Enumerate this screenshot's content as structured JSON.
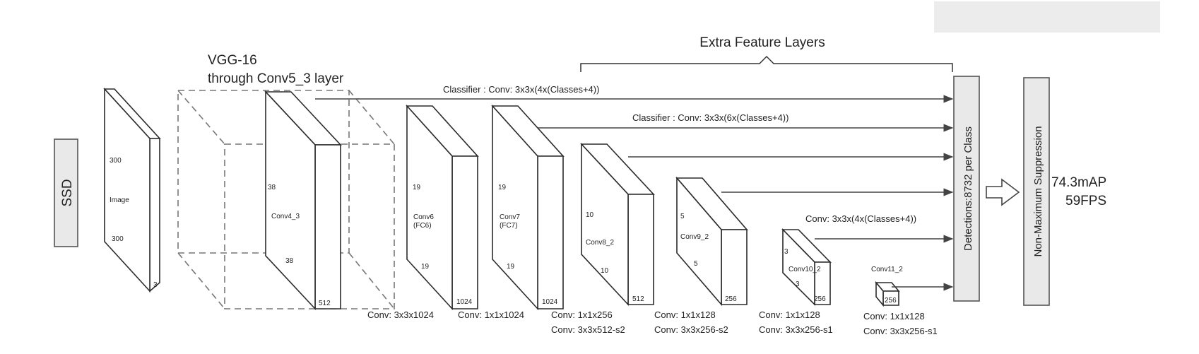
{
  "title": "Extra Feature Layers",
  "ssd_label": "SSD",
  "vgg_label_line1": "VGG-16",
  "vgg_label_line2": "through Conv5_3 layer",
  "image_box": {
    "top": "300",
    "name": "Image",
    "bottom": "300",
    "depth": "3"
  },
  "conv4_3": {
    "top": "38",
    "name": "Conv4_3",
    "bottom": "38",
    "depth": "512"
  },
  "conv6": {
    "top": "19",
    "name1": "Conv6",
    "name2": "(FC6)",
    "bottom": "19",
    "depth": "1024",
    "caption": "Conv: 3x3x1024"
  },
  "conv7": {
    "top": "19",
    "name1": "Conv7",
    "name2": "(FC7)",
    "bottom": "19",
    "depth": "1024",
    "caption": "Conv: 1x1x1024"
  },
  "conv8_2": {
    "top": "10",
    "name": "Conv8_2",
    "bottom": "10",
    "depth": "512",
    "caption1": "Conv: 1x1x256",
    "caption2": "Conv:  3x3x512-s2"
  },
  "conv9_2": {
    "top": "5",
    "name": "Conv9_2",
    "bottom": "5",
    "depth": "256",
    "caption1": "Conv: 1x1x128",
    "caption2": "Conv: 3x3x256-s2"
  },
  "conv10_2": {
    "top": "3",
    "name": "Conv10_2",
    "bottom": "3",
    "depth": "256",
    "caption1": "Conv: 1x1x128",
    "caption2": "Conv: 3x3x256-s1"
  },
  "conv11_2": {
    "name": "Conv11_2",
    "depth": "256",
    "caption1": "Conv: 1x1x128",
    "caption2": "Conv: 3x3x256-s1"
  },
  "classifier1": "Classifier : Conv: 3x3x(4x(Classes+4))",
  "classifier2": "Classifier : Conv: 3x3x(6x(Classes+4))",
  "classifier3": "Conv: 3x3x(4x(Classes+4))",
  "detections": "Detections:8732  per Class",
  "nms": "Non-Maximum Suppression",
  "map": "74.3mAP",
  "fps": "59FPS"
}
